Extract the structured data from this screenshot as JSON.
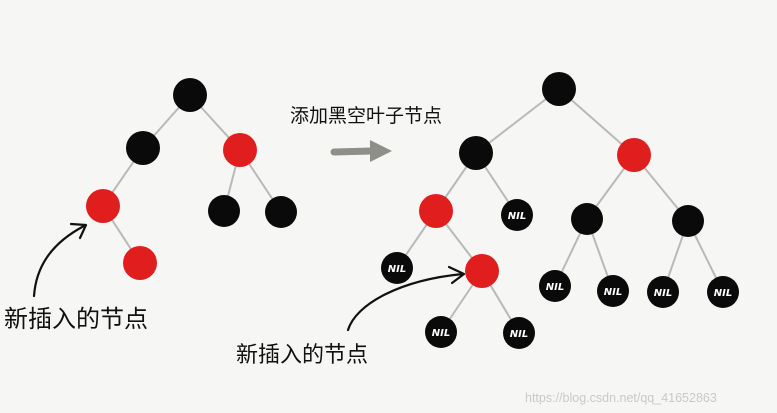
{
  "labels": {
    "action": "添加黑空叶子节点",
    "new_node_left": "新插入的节点",
    "new_node_right": "新插入的节点",
    "nil": "NIL",
    "watermark": "https://blog.csdn.net/qq_41652863"
  },
  "colors": {
    "black_node": "#0a0a0a",
    "red_node": "#e01e1e",
    "edge": "#b9b9b9",
    "transition_arrow": "#8f8f89"
  },
  "trees": [
    {
      "name": "before",
      "nodes": [
        {
          "id": "b-root",
          "color": "black"
        },
        {
          "id": "b-l",
          "color": "black"
        },
        {
          "id": "b-r",
          "color": "red"
        },
        {
          "id": "b-ll",
          "color": "red"
        },
        {
          "id": "b-rl",
          "color": "black"
        },
        {
          "id": "b-rr",
          "color": "black"
        },
        {
          "id": "b-llr",
          "color": "red"
        }
      ],
      "edges": [
        [
          "b-root",
          "b-l"
        ],
        [
          "b-root",
          "b-r"
        ],
        [
          "b-l",
          "b-ll"
        ],
        [
          "b-r",
          "b-rl"
        ],
        [
          "b-r",
          "b-rr"
        ],
        [
          "b-ll",
          "b-llr"
        ]
      ]
    },
    {
      "name": "after",
      "nodes": [
        {
          "id": "a-root",
          "color": "black"
        },
        {
          "id": "a-l",
          "color": "black"
        },
        {
          "id": "a-r",
          "color": "red"
        },
        {
          "id": "a-ll",
          "color": "red"
        },
        {
          "id": "a-lr",
          "color": "black",
          "nil": true
        },
        {
          "id": "a-rl",
          "color": "black"
        },
        {
          "id": "a-rr",
          "color": "black"
        },
        {
          "id": "a-lll",
          "color": "black",
          "nil": true
        },
        {
          "id": "a-llr",
          "color": "red"
        },
        {
          "id": "a-rll",
          "color": "black",
          "nil": true
        },
        {
          "id": "a-rlr",
          "color": "black",
          "nil": true
        },
        {
          "id": "a-rrl",
          "color": "black",
          "nil": true
        },
        {
          "id": "a-rrr",
          "color": "black",
          "nil": true
        },
        {
          "id": "a-llrl",
          "color": "black",
          "nil": true
        },
        {
          "id": "a-llrr",
          "color": "black",
          "nil": true
        }
      ],
      "edges": [
        [
          "a-root",
          "a-l"
        ],
        [
          "a-root",
          "a-r"
        ],
        [
          "a-l",
          "a-ll"
        ],
        [
          "a-l",
          "a-lr"
        ],
        [
          "a-r",
          "a-rl"
        ],
        [
          "a-r",
          "a-rr"
        ],
        [
          "a-ll",
          "a-lll"
        ],
        [
          "a-ll",
          "a-llr"
        ],
        [
          "a-rl",
          "a-rll"
        ],
        [
          "a-rl",
          "a-rlr"
        ],
        [
          "a-rr",
          "a-rrl"
        ],
        [
          "a-rr",
          "a-rrr"
        ],
        [
          "a-llr",
          "a-llrl"
        ],
        [
          "a-llr",
          "a-llrr"
        ]
      ]
    }
  ]
}
